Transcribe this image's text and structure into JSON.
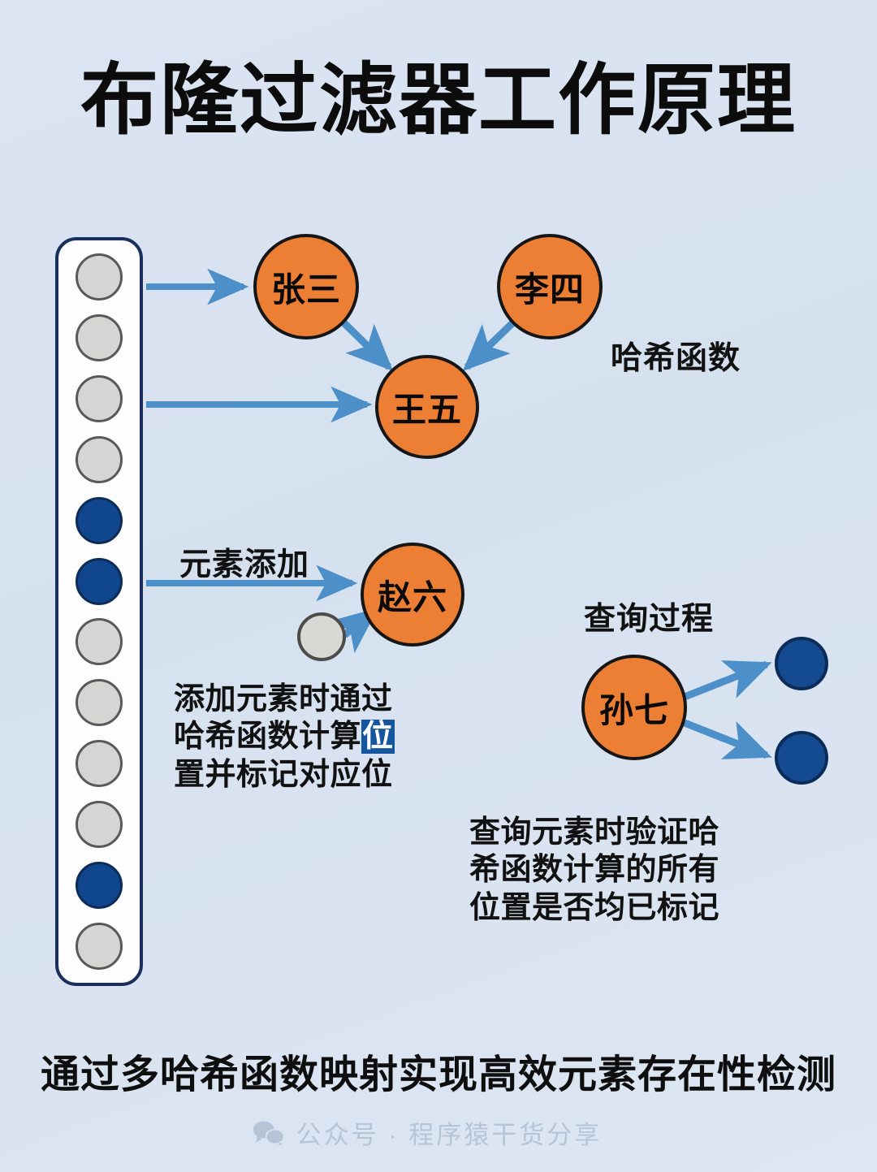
{
  "title": "布隆过滤器工作原理",
  "colors": {
    "background": "#d9e3f0",
    "node_orange": "#ec7f33",
    "bit_on_blue": "#10468d",
    "bit_off_gray": "#d5d5d3",
    "arrow_blue": "#4d8fc9",
    "container_border": "#1b2f5e",
    "highlight_blue": "#15579e",
    "watermark_gray": "#b6c4d8"
  },
  "bit_array": {
    "name": "位数组",
    "bits": [
      {
        "index": 0,
        "state": "off"
      },
      {
        "index": 1,
        "state": "off"
      },
      {
        "index": 2,
        "state": "off"
      },
      {
        "index": 3,
        "state": "off"
      },
      {
        "index": 4,
        "state": "on"
      },
      {
        "index": 5,
        "state": "on"
      },
      {
        "index": 6,
        "state": "off"
      },
      {
        "index": 7,
        "state": "off"
      },
      {
        "index": 8,
        "state": "off"
      },
      {
        "index": 9,
        "state": "off"
      },
      {
        "index": 10,
        "state": "on"
      },
      {
        "index": 11,
        "state": "off"
      }
    ]
  },
  "nodes": {
    "zhangsan": "张三",
    "lisi": "李四",
    "wangwu": "王五",
    "zhaoliu": "赵六",
    "sunqi": "孙七"
  },
  "labels": {
    "hash_function": "哈希函数",
    "element_add": "元素添加",
    "query_process": "查询过程"
  },
  "paragraphs": {
    "add_line1": "添加元素时通过",
    "add_line2_pre": "哈希函数计算",
    "add_line2_highlight": "位",
    "add_line3": "置并标记对应位",
    "add_full": "添加元素时通过哈希函数计算位置并标记对应位",
    "query_line1": "查询元素时验证哈",
    "query_line2": "希函数计算的所有",
    "query_line3": "位置是否均已标记",
    "query_full": "查询元素时验证哈希函数计算的所有位置是否均已标记"
  },
  "footer_caption": "通过多哈希函数映射实现高效元素存在性检测",
  "watermark": {
    "icon": "wechat-icon",
    "text": "公众号 · 程序猿干货分享"
  }
}
